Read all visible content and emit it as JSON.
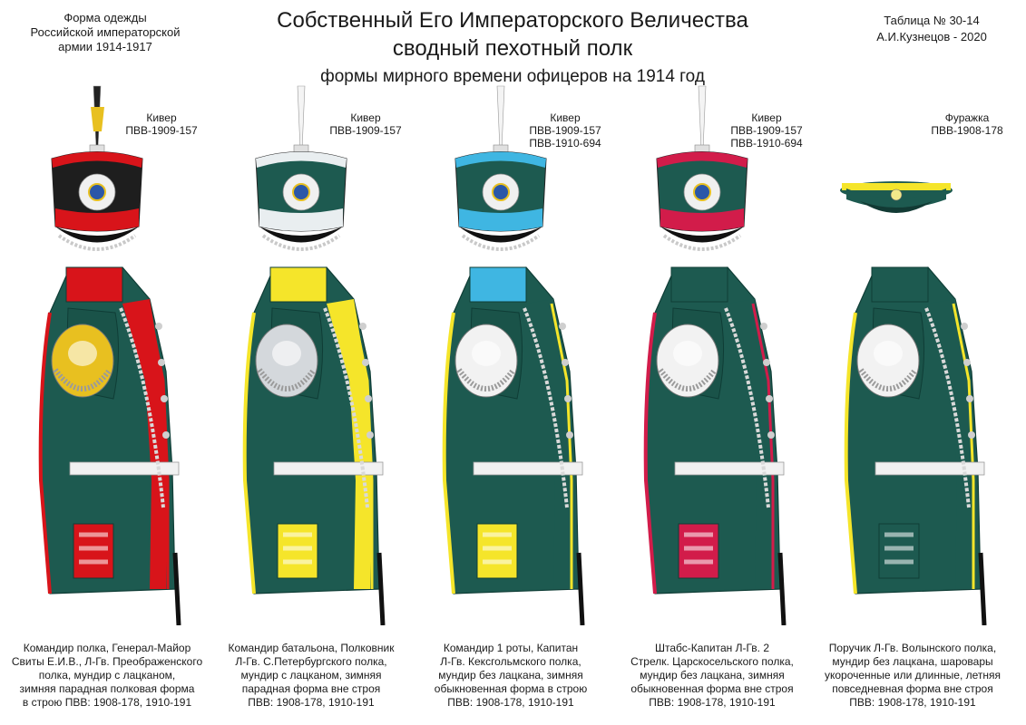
{
  "header": {
    "left_lines": [
      "Форма одежды",
      "Российской императорской",
      "армии  1914-1917"
    ],
    "right_lines": [
      "Таблица №  30-14",
      "А.И.Кузнецов - 2020"
    ],
    "title_line1": "Собственный Его Императорского Величества",
    "title_line2": "сводный пехотный полк",
    "subtitle": "формы мирного времени офицеров на 1914 год"
  },
  "figures": [
    {
      "hat_lines": [
        "Кивер",
        "ПВВ-1909-157"
      ],
      "caption_lines": [
        "Командир полка, Генерал-Майор",
        "Свиты Е.И.В.,  Л-Гв. Преображенского",
        "полка, мундир с лацканом,",
        "зимняя парадная полковая форма",
        "в строю ПВВ: 1908-178, 1910-191"
      ],
      "colors": {
        "hat": "#1e1e1e",
        "hat_band": "#d8141a",
        "plume": "#222222",
        "collar": "#d8141a",
        "plastron": "#d8141a",
        "pocket": "#d8141a",
        "piping": "#d8141a",
        "epaulette": "#e8c020"
      }
    },
    {
      "hat_lines": [
        "Кивер",
        "ПВВ-1909-157"
      ],
      "caption_lines": [
        "Командир батальона, Полковник",
        "Л-Гв. С.Петербургского полка,",
        "мундир с лацканом, зимняя",
        "парадная форма вне строя",
        "ПВВ: 1908-178, 1910-191"
      ],
      "colors": {
        "hat": "#1d5a50",
        "hat_band": "#e9eef0",
        "plume": "#f4f4f4",
        "collar": "#f5e52a",
        "plastron": "#f5e52a",
        "pocket": "#f5e52a",
        "piping": "#f5e52a",
        "epaulette": "#d4d8dc"
      }
    },
    {
      "hat_lines": [
        "Кивер",
        "ПВВ-1909-157",
        "ПВВ-1910-694"
      ],
      "caption_lines": [
        "Командир 1 роты, Капитан",
        "Л-Гв. Кексгольмского полка,",
        "мундир без лацкана, зимняя",
        "обыкновенная форма в строю",
        "ПВВ: 1908-178, 1910-191"
      ],
      "colors": {
        "hat": "#1d5a50",
        "hat_band": "#3fb6e2",
        "plume": "#f4f4f4",
        "collar": "#3fb6e2",
        "plastron": "#1d5a50",
        "pocket": "#f5e52a",
        "piping": "#f5e52a",
        "epaulette": "#f2f2f2"
      }
    },
    {
      "hat_lines": [
        "Кивер",
        "ПВВ-1909-157",
        "ПВВ-1910-694"
      ],
      "caption_lines": [
        "Штабс-Капитан Л-Гв. 2",
        "Стрелк. Царскосельского полка,",
        "мундир без лацкана, зимняя",
        "обыкновенная форма вне строя",
        "ПВВ: 1908-178, 1910-191"
      ],
      "colors": {
        "hat": "#1d5a50",
        "hat_band": "#d21c4a",
        "plume": "#f4f4f4",
        "collar": "#1d5a50",
        "plastron": "#1d5a50",
        "pocket": "#d21c4a",
        "piping": "#d21c4a",
        "epaulette": "#f2f2f2"
      }
    },
    {
      "hat_lines": [
        "Фуражка",
        "ПВВ-1908-178"
      ],
      "caption_lines": [
        "Поручик Л-Гв. Волынского полка,",
        "мундир без лацкана, шаровары",
        "укороченные или длинные, летняя",
        "повседневная форма вне строя",
        "ПВВ: 1908-178, 1910-191"
      ],
      "colors": {
        "hat": "#1d5a50",
        "hat_band": "#f5e52a",
        "plume": "",
        "collar": "#1d5a50",
        "plastron": "#1d5a50",
        "pocket": "#1d5a50",
        "piping": "#f5e52a",
        "epaulette": "#f2f2f2"
      }
    }
  ]
}
